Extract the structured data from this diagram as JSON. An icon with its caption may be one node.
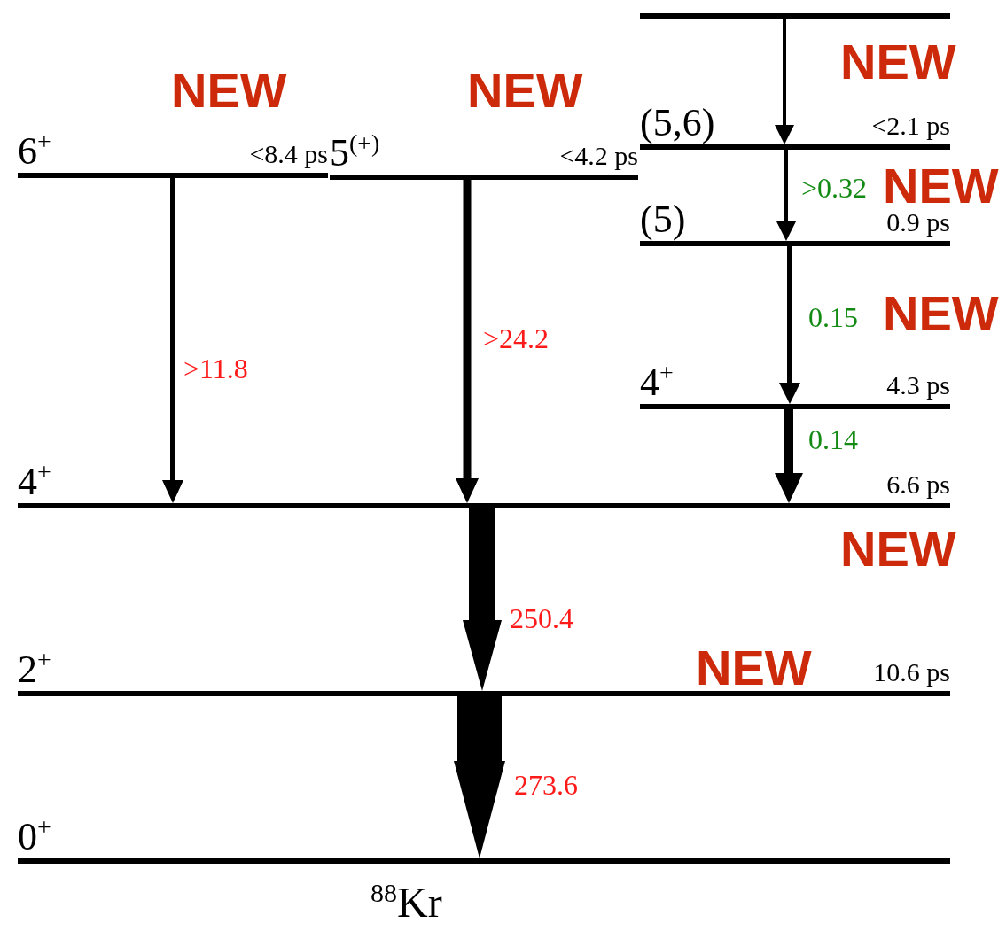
{
  "diagram": {
    "nodes": [
      {
        "text": [
          "6$^{+}$",
          "<8.4 ps"
        ]
      },
      {
        "text": [
          "5$^{(+)}$",
          "<4.2 ps"
        ]
      },
      {
        "text": [],
        "shape": "bar"
      },
      {
        "text": [
          "(5,6)",
          "<2.1 ps"
        ]
      },
      {
        "text": [
          "(5)",
          "0.9 ps"
        ]
      },
      {
        "text": [
          "4$^{+}$",
          "4.3 ps"
        ]
      },
      {
        "text": [
          "4$^{+}$",
          "6.6 ps"
        ]
      },
      {
        "text": [
          "2$^{+}$",
          "10.6 ps"
        ]
      },
      {
        "text": [
          "0$^{+}$"
        ]
      }
    ],
    "edges": [
      {
        "from": 0,
        "to": 6,
        "arrow": "to",
        "label": ">11.8"
      },
      {
        "from": 1,
        "to": 6,
        "arrow": "to",
        "label": ">24.2"
      },
      {
        "from": 2,
        "to": 3,
        "arrow": "to"
      },
      {
        "from": 3,
        "to": 4,
        "arrow": "to",
        "label": ">0.32"
      },
      {
        "from": 4,
        "to": 5,
        "arrow": "to",
        "label": "0.15"
      },
      {
        "from": 5,
        "to": 6,
        "arrow": "to",
        "label": "0.14"
      },
      {
        "from": 6,
        "to": 7,
        "arrow": "to",
        "label": "250.4",
        "style": "thick"
      },
      {
        "from": 7,
        "to": 8,
        "arrow": "to",
        "label": "273.6",
        "style": "thick"
      }
    ],
    "labels": [
      "NEW",
      "NEW",
      "NEW",
      "NEW",
      "NEW",
      "NEW",
      "NEW",
      "$^{88}$Kr"
    ]
  }
}
